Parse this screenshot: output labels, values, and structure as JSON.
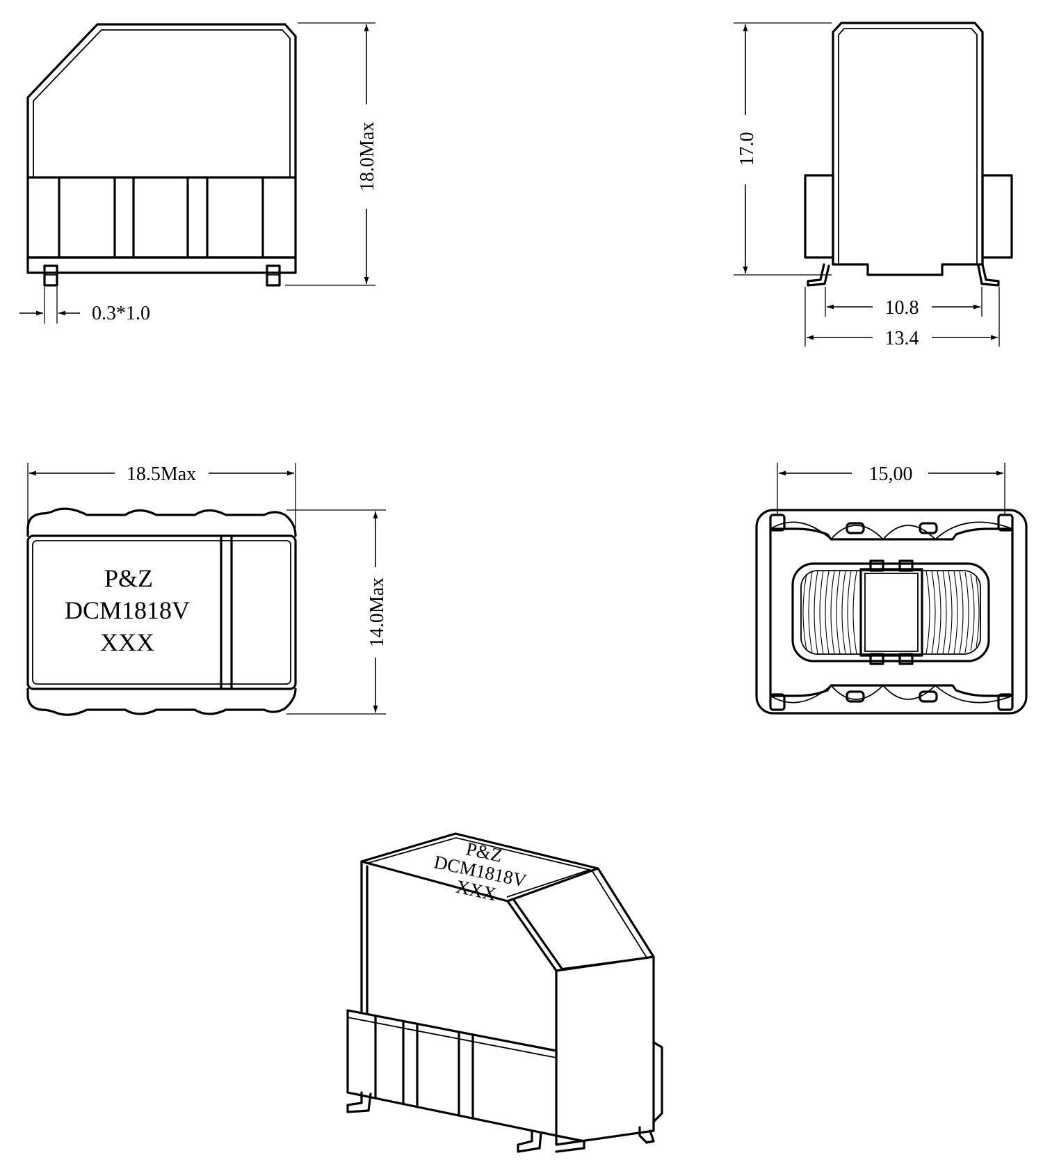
{
  "dimensions": {
    "height_max": "18.0Max",
    "pin_size": "0.3*1.0",
    "side_height": "17.0",
    "pin_inner_span": "10.8",
    "pin_outer_span": "13.4",
    "length_max": "18.5Max",
    "width_max": "14.0Max",
    "bottom_width": "15,00"
  },
  "marking": {
    "line1": "P&Z",
    "line2": "DCM1818V",
    "line3": "XXX"
  }
}
